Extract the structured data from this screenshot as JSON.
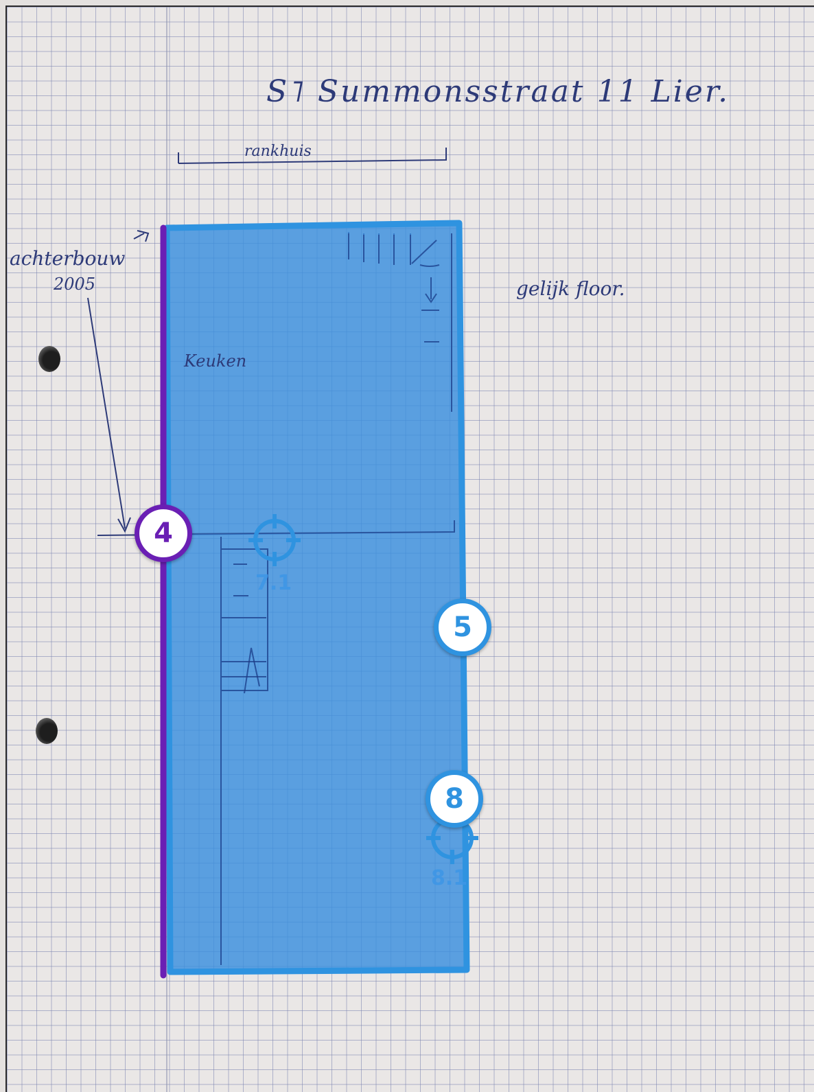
{
  "notes": {
    "title": "S˥  Summonsstraat 11  Lier.",
    "bracket_label": "rankhuis",
    "annex_label": "achterbouw",
    "annex_year": "2005",
    "same_floor": "gelijk floor.",
    "room_label": "Keuken"
  },
  "markers": [
    {
      "id": "4",
      "color": "#6a1fb4"
    },
    {
      "id": "5",
      "color": "#2f93e0"
    },
    {
      "id": "8",
      "color": "#2f93e0"
    }
  ],
  "point_labels": {
    "p71": "7.1",
    "p81": "8.1"
  },
  "colors": {
    "area_fill": "#3a8fde",
    "area_stroke": "#2f93e0",
    "wall_selected": "#6a1fb4",
    "ink": "#2d3a78"
  }
}
